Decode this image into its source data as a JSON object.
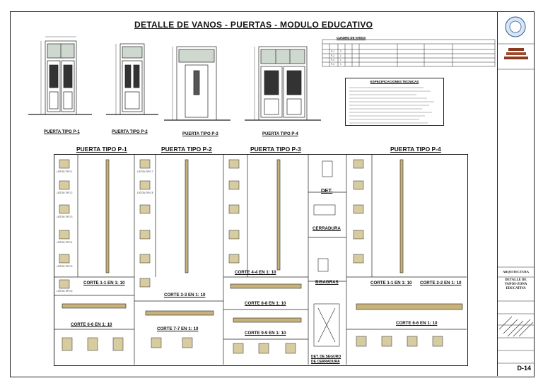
{
  "title": "DETALLE DE VANOS - PUERTAS - MODULO EDUCATIVO",
  "elevations": [
    {
      "label": "PUERTA TIPO P-1"
    },
    {
      "label": "PUERTA TIPO P-2"
    },
    {
      "label": "PUERTA TIPO P-3"
    },
    {
      "label": "PUERTA TIPO P-4"
    }
  ],
  "table": {
    "title": "CUADRO DE VANOS",
    "rows": [
      {
        "code": "P-1",
        "qty": "2"
      },
      {
        "code": "P-2",
        "qty": "1"
      },
      {
        "code": "P-3",
        "qty": "1"
      },
      {
        "code": "P-4",
        "qty": "1"
      }
    ]
  },
  "specs": {
    "title": "ESPECIFICACIONES TECNICAS"
  },
  "details": {
    "heading_p1": "PUERTA TIPO P-1",
    "heading_p2": "PUERTA TIPO P-2",
    "heading_p3": "PUERTA TIPO P-3",
    "heading_p4": "PUERTA TIPO P-4",
    "det": "DET.",
    "cerradura": "CERRADURA",
    "bisagras": "BISAGRAS",
    "det_seguro_1": "DET. DE SEGURO",
    "det_seguro_2": "DE CERRADURA",
    "corte_11_a": "CORTE 1-1 EN 1: 10",
    "corte_66_a": "CORTE 6-6 EN 1: 10",
    "corte_33": "CORTE 3-3 EN 1: 10",
    "corte_77": "CORTE 7-7 EN 1: 10",
    "corte_44": "CORTE 4-4 EN 1: 10",
    "corte_88": "CORTE 8-8 EN 1: 10",
    "corte_99": "CORTE 9-9 EN 1: 10",
    "corte_11_b": "CORTE 1-1 EN 1: 10",
    "corte_22": "CORTE 2-2 EN 1: 10",
    "corte_66_b": "CORTE 6-6 EN 1: 10",
    "liston_labels": [
      "LISTON TIPO 1",
      "LISTON TIPO 2",
      "LISTON TIPO 3",
      "LISTON TIPO 4",
      "LISTON TIPO 5",
      "LISTON TIPO 6",
      "LISTON TIPO 7",
      "LISTON TIPO 8"
    ]
  },
  "title_block": {
    "discipline": "ARQUITECTURA",
    "sheet_title_1": "DETALLE DE",
    "sheet_title_2": "VANOS-ZONA",
    "sheet_title_3": "EDUCATIVA",
    "sheet_code": "D-14"
  }
}
